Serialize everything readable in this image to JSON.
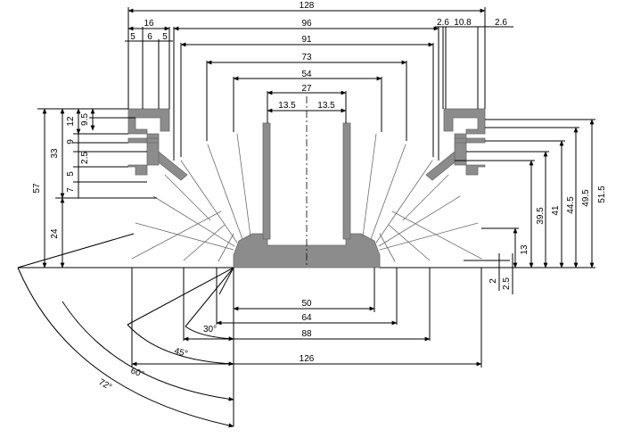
{
  "top_dims": {
    "w128": "128",
    "w16": "16",
    "w5a": "5",
    "w6": "6",
    "w5b": "5",
    "w96": "96",
    "w91": "91",
    "w73": "73",
    "w54": "54",
    "w27": "27",
    "w13_5a": "13.5",
    "w13_5b": "13.5",
    "w2_6a": "2.6",
    "w10_8": "10.8",
    "w2_6b": "2.6"
  },
  "left_dims": {
    "h57": "57",
    "h33": "33",
    "h24": "24",
    "h12": "12",
    "h9_5": "9.5",
    "h9": "9",
    "h2_5": "2.5",
    "h5": "5",
    "h7": "7"
  },
  "right_dims": {
    "h51_5": "51.5",
    "h49_5": "49.5",
    "h44_5": "44.5",
    "h41": "41",
    "h39_5": "39.5",
    "h13": "13",
    "h2": "2",
    "h2_5": "2.5"
  },
  "bottom_dims": {
    "w50": "50",
    "w64": "64",
    "w88": "88",
    "w126": "126"
  },
  "angles": {
    "a30": "30°",
    "a45": "45°",
    "a60": "60°",
    "a72": "72°"
  }
}
